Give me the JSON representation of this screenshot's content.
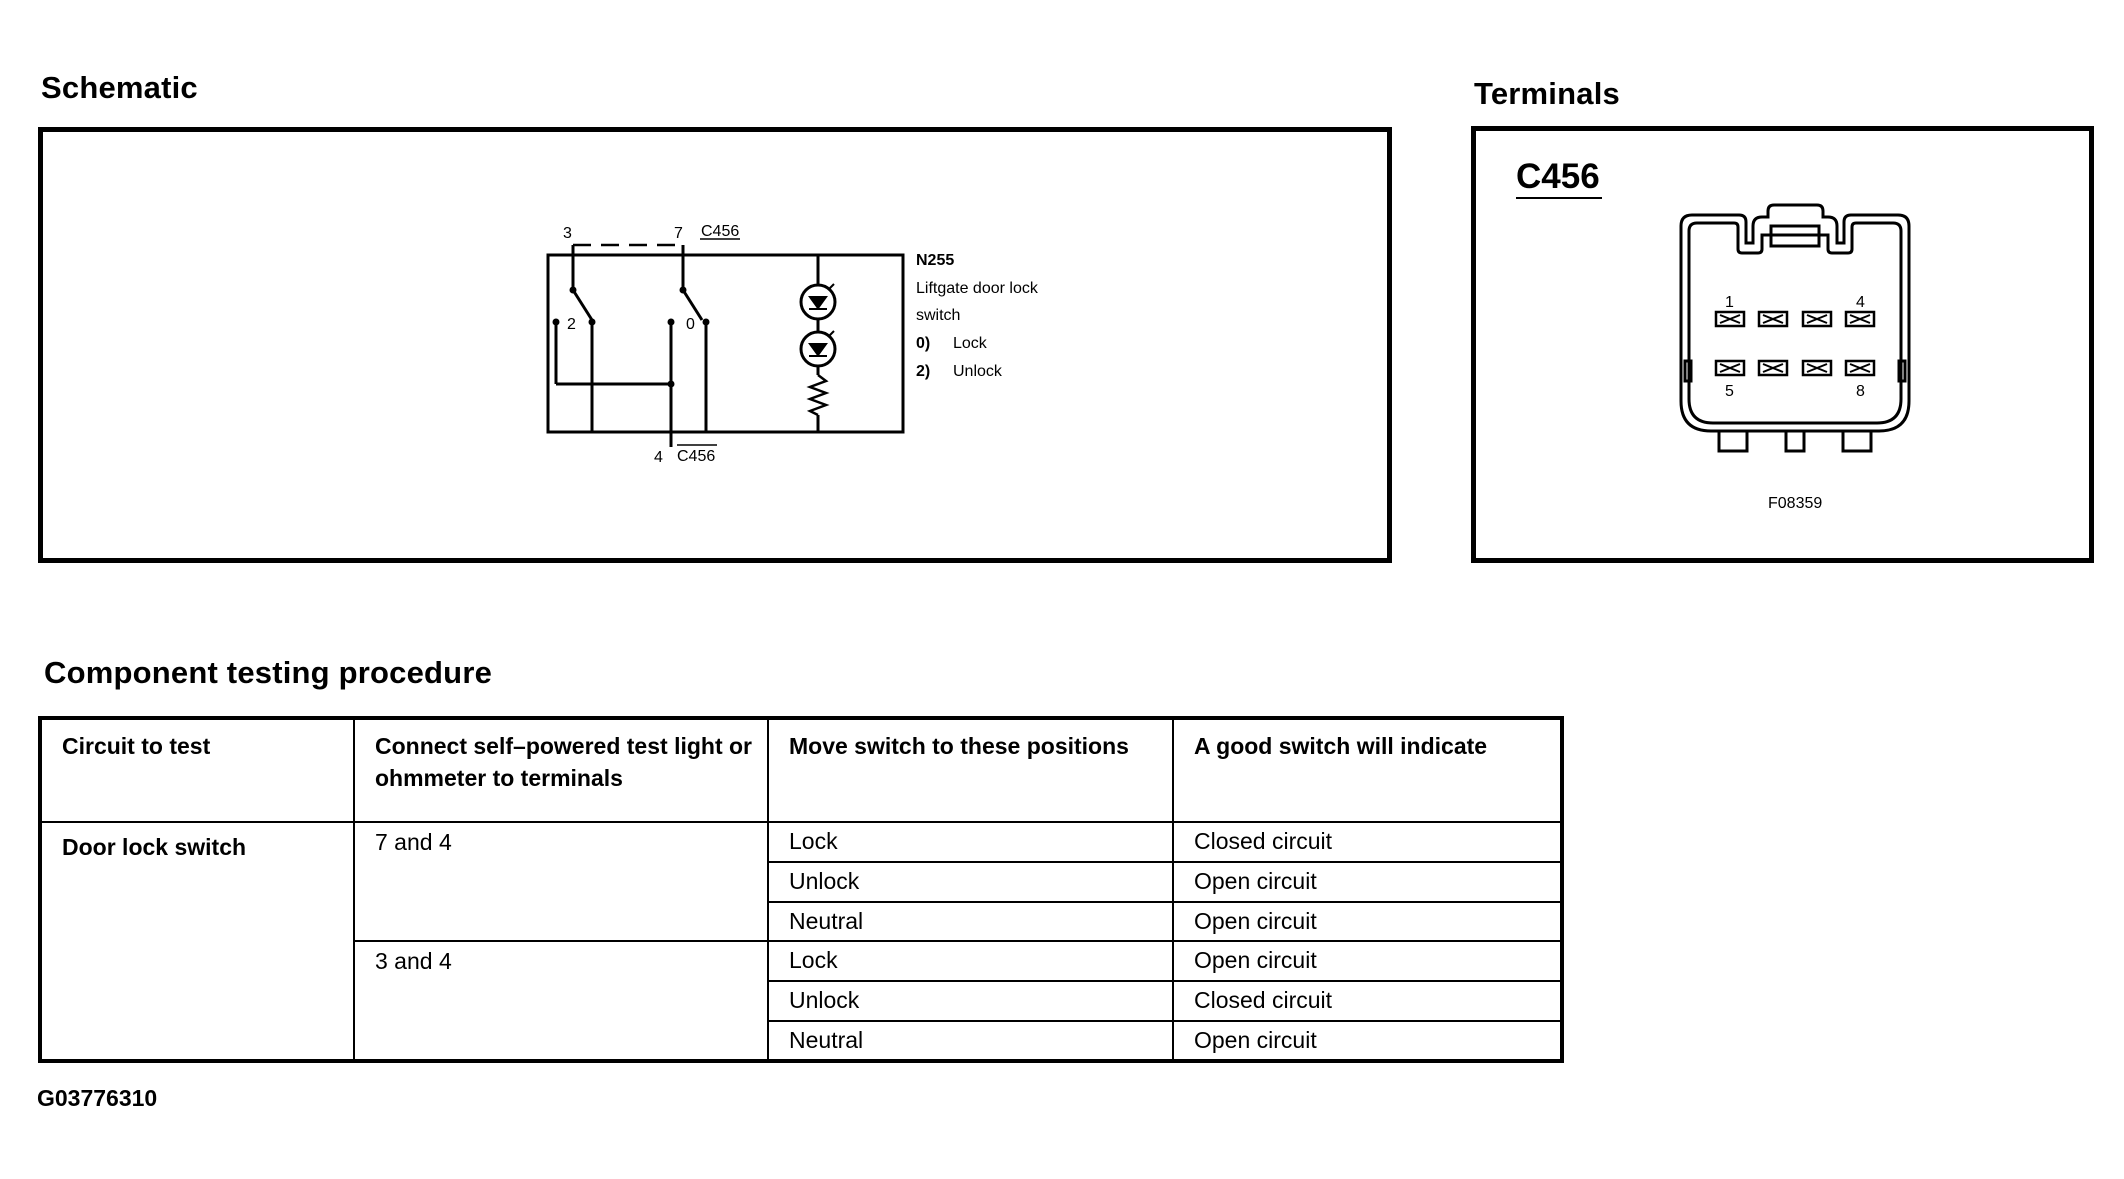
{
  "schematic": {
    "title": "Schematic",
    "pin_3": "3",
    "pin_7": "7",
    "pin_4": "4",
    "connector_top": "C456",
    "connector_bottom": "C456",
    "pos_2": "2",
    "pos_0": "0",
    "component_id": "N255",
    "component_line1": "Liftgate door lock",
    "component_line2": "switch",
    "legend_0_key": "0)",
    "legend_0_val": "Lock",
    "legend_2_key": "2)",
    "legend_2_val": "Unlock"
  },
  "terminals": {
    "title": "Terminals",
    "connector": "C456",
    "pin_1": "1",
    "pin_4": "4",
    "pin_5": "5",
    "pin_8": "8",
    "figure_code": "F08359"
  },
  "procedure": {
    "title": "Component testing procedure",
    "headers": [
      "Circuit to test",
      "Connect self–powered test light or ohmmeter to terminals",
      "Move switch to these positions",
      "A good switch will indicate"
    ],
    "circuit": "Door lock switch",
    "groups": [
      {
        "terminals": "7 and 4",
        "rows": [
          {
            "position": "Lock",
            "result": "Closed circuit"
          },
          {
            "position": "Unlock",
            "result": "Open circuit"
          },
          {
            "position": "Neutral",
            "result": "Open circuit"
          }
        ]
      },
      {
        "terminals": "3 and 4",
        "rows": [
          {
            "position": "Lock",
            "result": "Open circuit"
          },
          {
            "position": "Unlock",
            "result": "Closed circuit"
          },
          {
            "position": "Neutral",
            "result": "Open circuit"
          }
        ]
      }
    ]
  },
  "figure_id": "G03776310"
}
